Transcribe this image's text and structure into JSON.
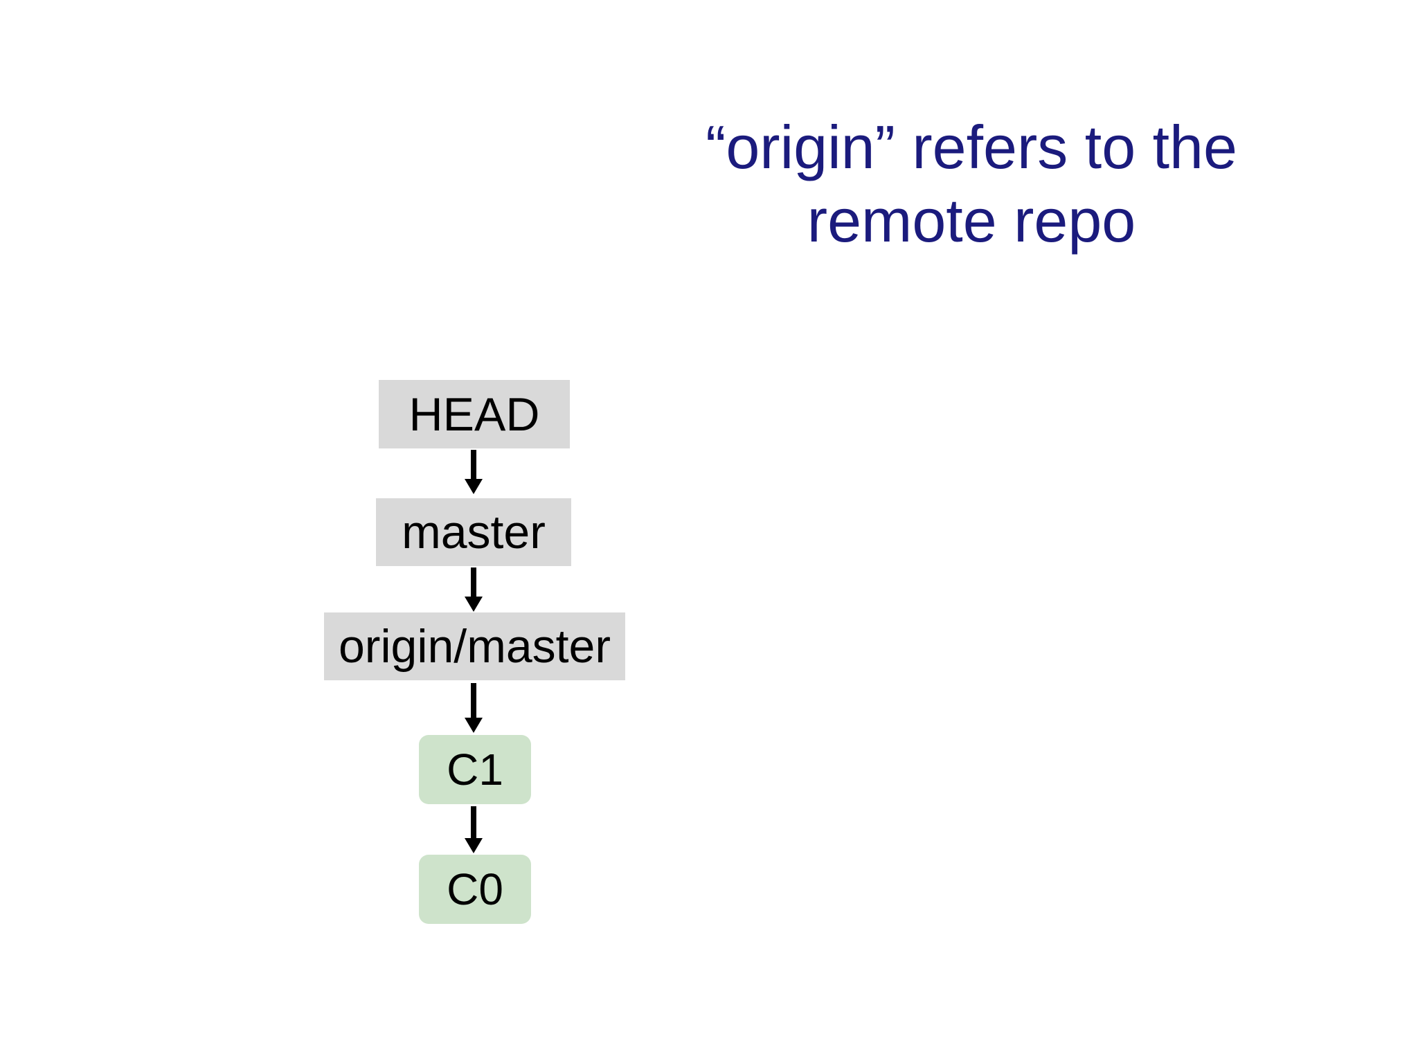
{
  "background_color": "#ffffff",
  "title": {
    "text": "“origin” refers to the remote repo",
    "line1": "“origin” refers to the",
    "line2": "remote repo",
    "color": "#1b1b7d"
  },
  "diagram": {
    "nodes": [
      {
        "id": "HEAD",
        "label": "HEAD",
        "kind": "reference",
        "fill": "#d9d9d9"
      },
      {
        "id": "master",
        "label": "master",
        "kind": "reference",
        "fill": "#d9d9d9"
      },
      {
        "id": "origin/master",
        "label": "origin/master",
        "kind": "reference",
        "fill": "#d9d9d9"
      },
      {
        "id": "C1",
        "label": "C1",
        "kind": "commit",
        "fill": "#cee3cb"
      },
      {
        "id": "C0",
        "label": "C0",
        "kind": "commit",
        "fill": "#cee3cb"
      }
    ],
    "edges": [
      {
        "from": "HEAD",
        "to": "master"
      },
      {
        "from": "master",
        "to": "origin/master"
      },
      {
        "from": "origin/master",
        "to": "C1"
      },
      {
        "from": "C1",
        "to": "C0"
      }
    ],
    "arrow_color": "#000000",
    "node_text_color": "#000000"
  }
}
